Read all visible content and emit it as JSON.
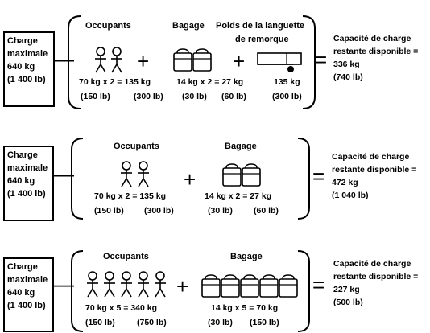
{
  "rows": [
    {
      "box": [
        "Charge",
        "maximale",
        "640 kg",
        "(1 400 lb)"
      ],
      "minus": "—",
      "equals": "=",
      "plus": "+",
      "occupants_label": "Occupants",
      "bagage_label": "Bagage",
      "tongue_label": [
        "Poids de la languette",
        "de remorque"
      ],
      "occupants_formula": "70 kg x 2 = 135 kg",
      "occupants_lb": [
        "(150 lb)",
        "(300 lb)"
      ],
      "bagage_formula": "14 kg x 2 = 27 kg",
      "bagage_lb": [
        "(30 lb)",
        "(60 lb)"
      ],
      "tongue_value": "135 kg",
      "tongue_lb": "(300 lb)",
      "result": [
        "Capacité de charge",
        "restante disponible =",
        "336 kg",
        "(740 lb)"
      ]
    },
    {
      "box": [
        "Charge",
        "maximale",
        "640 kg",
        "(1 400 lb)"
      ],
      "minus": "—",
      "equals": "=",
      "plus": "+",
      "occupants_label": "Occupants",
      "bagage_label": "Bagage",
      "occupants_formula": "70 kg x 2 = 135 kg",
      "occupants_lb": [
        "(150 lb)",
        "(300 lb)"
      ],
      "bagage_formula": "14 kg x 2 = 27 kg",
      "bagage_lb": [
        "(30 lb)",
        "(60 lb)"
      ],
      "result": [
        "Capacité de charge",
        "restante disponible =",
        "472 kg",
        "(1 040 lb)"
      ]
    },
    {
      "box": [
        "Charge",
        "maximale",
        "640 kg",
        "(1 400 lb)"
      ],
      "minus": "—",
      "equals": "=",
      "plus": "+",
      "occupants_label": "Occupants",
      "bagage_label": "Bagage",
      "occupants_formula": "70 kg x 5 = 340 kg",
      "occupants_lb": [
        "(150 lb)",
        "(750 lb)"
      ],
      "bagage_formula": "14 kg x 5 = 70 kg",
      "bagage_lb": [
        "(30 lb)",
        "(150 lb)"
      ],
      "result": [
        "Capacité de charge",
        "restante disponible =",
        "227 kg",
        "(500 lb)"
      ]
    }
  ],
  "icons": {
    "person": "person-icon",
    "suitcase": "suitcase-icon",
    "trailer": "trailer-icon"
  }
}
